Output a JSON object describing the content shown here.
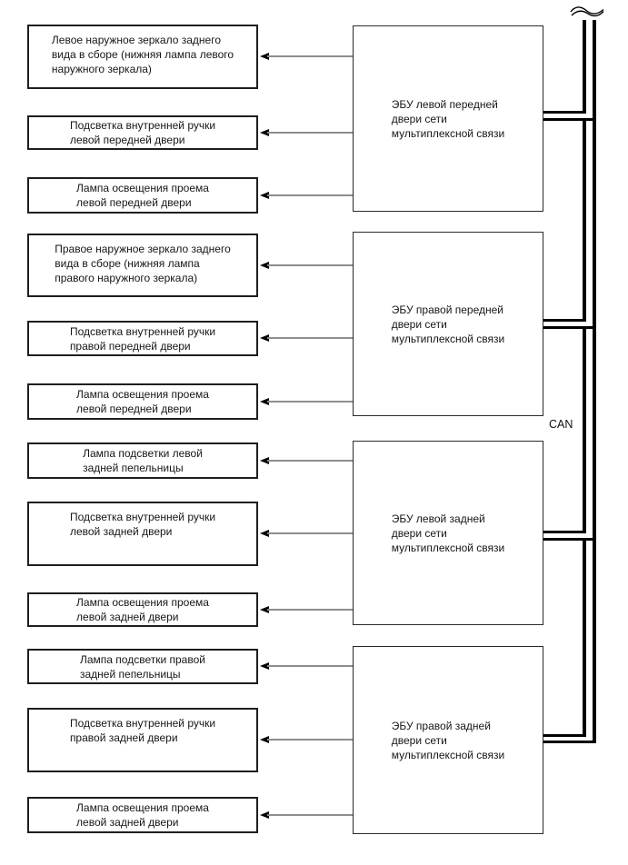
{
  "bus": {
    "label": "CAN",
    "break_icon": "wire-break-squiggle-icon"
  },
  "ecu_boxes": [
    {
      "label": "ЭБУ левой передней\nдвери сети\nмультиплексной связи"
    },
    {
      "label": "ЭБУ правой передней\nдвери сети\nмультиплексной связи"
    },
    {
      "label": "ЭБУ левой задней\nдвери сети\nмультиплексной связи"
    },
    {
      "label": "ЭБУ правой задней\nдвери сети\nмультиплексной связи"
    }
  ],
  "left_boxes": [
    {
      "label": "Левое наружное зеркало заднего\nвида в сборе (нижняя лампа левого\nнаружного зеркала)"
    },
    {
      "label": "Подсветка внутренней ручки\nлевой передней двери"
    },
    {
      "label": "Лампа освещения проема\nлевой передней двери"
    },
    {
      "label": "Правое наружное зеркало заднего\nвида в сборе (нижняя лампа\nправого наружного зеркала)"
    },
    {
      "label": "Подсветка внутренней ручки\nправой передней двери"
    },
    {
      "label": "Лампа освещения проема\nлевой передней двери"
    },
    {
      "label": "Лампа подсветки левой\nзадней пепельницы"
    },
    {
      "label": "Подсветка внутренней ручки\nлевой задней двери"
    },
    {
      "label": "Лампа освещения проема\nлевой задней двери"
    },
    {
      "label": "Лампа подсветки правой\nзадней пепельницы"
    },
    {
      "label": "Подсветка внутренней ручки\nправой задней двери"
    },
    {
      "label": "Лампа освещения проема\nлевой задней двери"
    }
  ],
  "colors": {
    "line_black": "#000000",
    "arrow_shaft_gray": "#8d8d8d"
  }
}
